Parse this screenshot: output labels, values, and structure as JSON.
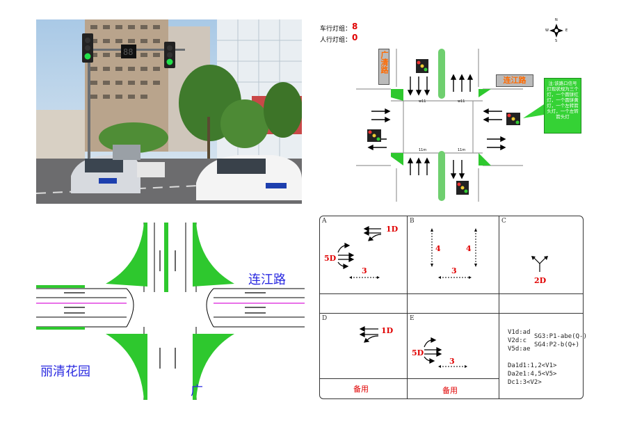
{
  "diagram": {
    "vehicle_groups_label": "车行灯组：",
    "vehicle_groups_value": "8",
    "ped_groups_label": "人行灯组：",
    "ped_groups_value": "0",
    "compass": {
      "n": "N",
      "s": "S",
      "w": "W",
      "e": "E"
    },
    "road_guangqing": "广清路",
    "road_lianjiang": "连江路",
    "lane_width_1": "w11",
    "lane_width_2": "w11",
    "lane_width_3": "11m",
    "lane_width_4": "11m",
    "callout": "注:该路口信号灯现状规为三个灯，一个圆饼红灯，一个圆饼黄灯，一个左转箭头灯，一个左转箭头灯"
  },
  "layout": {
    "road_east": "连江路",
    "area_sw": "丽清花园",
    "road_south": "广"
  },
  "phases": {
    "cells": [
      {
        "letter": "A",
        "labels": [
          "1D",
          "5D",
          "3"
        ]
      },
      {
        "letter": "B",
        "labels": [
          "4",
          "4",
          "3"
        ]
      },
      {
        "letter": "C",
        "labels": [
          "2D"
        ]
      },
      {
        "letter": "D",
        "labels": [
          "1D"
        ]
      },
      {
        "letter": "E",
        "labels": [
          "5D",
          "3"
        ]
      }
    ],
    "reserve_1": "备用",
    "reserve_2": "备用",
    "codes": {
      "v1": "V1d:ad",
      "v2": "V2d:c",
      "v5": "V5d:ae",
      "sg3": "SG3:P1-abe(Q-)",
      "sg4": "SG4:P2-b(Q+)",
      "da1": "Da1d1:1,2<V1>",
      "da2": "Da2e1:4,5<V5>",
      "dc1": "Dc1:3<V2>"
    }
  },
  "colors": {
    "accent_green": "#2ec82e",
    "label_red": "#e00000",
    "label_blue": "#2a2ae0",
    "tag_orange": "#ff6a00"
  }
}
